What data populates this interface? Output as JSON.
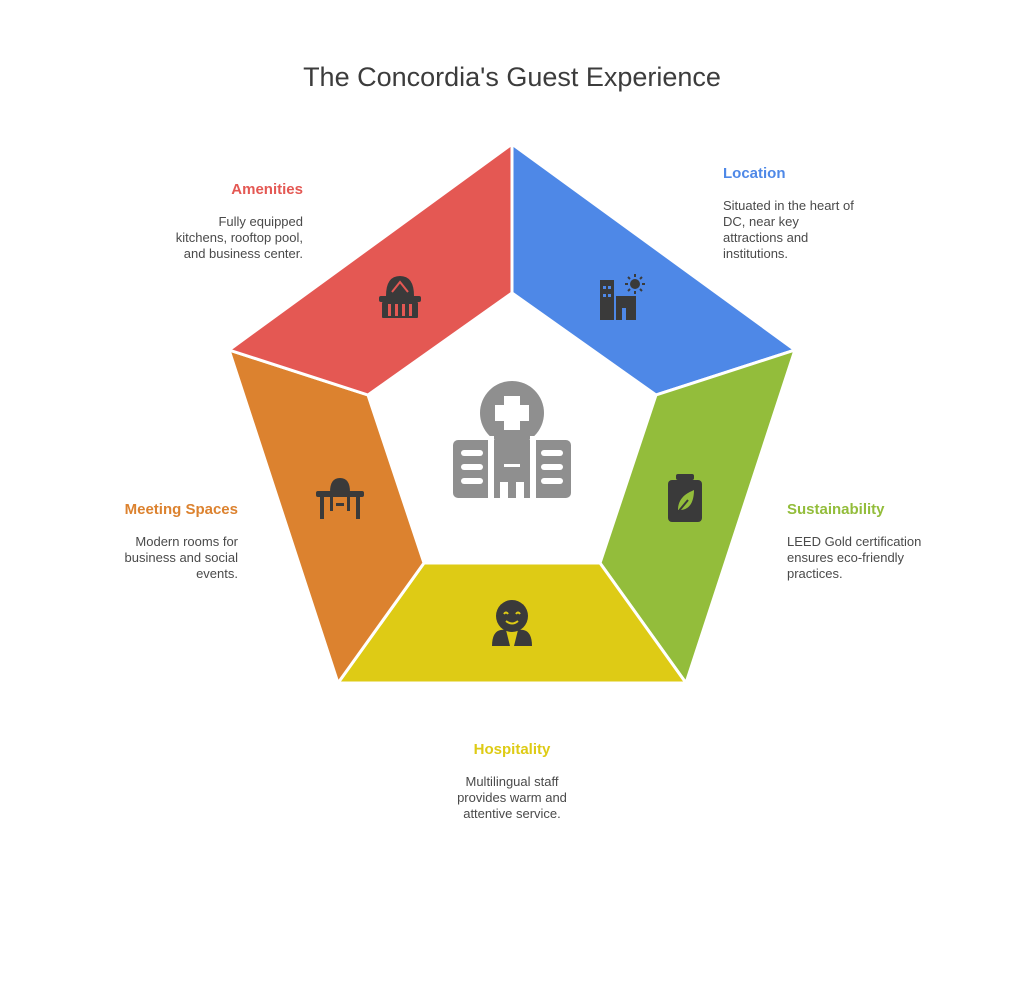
{
  "title": "The Concordia's Guest Experience",
  "segments": [
    {
      "id": "location",
      "head": "Location",
      "desc": [
        "Situated in the heart of",
        "DC, near key",
        "attractions and",
        "institutions."
      ],
      "color": "#4e88e7",
      "icon": "building-sun-icon"
    },
    {
      "id": "sustainability",
      "head": "Sustainability",
      "desc": [
        "LEED Gold certification",
        "ensures eco-friendly",
        "practices."
      ],
      "color": "#93bd3b",
      "icon": "eco-bin-leaf-icon"
    },
    {
      "id": "hospitality",
      "head": "Hospitality",
      "desc": [
        "Multilingual staff",
        "provides warm and",
        "attentive service."
      ],
      "color": "#decb15",
      "icon": "happy-host-icon"
    },
    {
      "id": "meeting",
      "head": "Meeting Spaces",
      "desc": [
        "Modern rooms for",
        "business and social",
        "events."
      ],
      "color": "#dc822f",
      "icon": "meeting-table-icon"
    },
    {
      "id": "amenities",
      "head": "Amenities",
      "desc": [
        "Fully equipped",
        "kitchens, rooftop pool,",
        "and business center."
      ],
      "color": "#e45853",
      "icon": "pool-amenities-icon"
    }
  ],
  "center": {
    "icon": "hotel-medical-building-icon",
    "color": "#8f8f8f"
  }
}
